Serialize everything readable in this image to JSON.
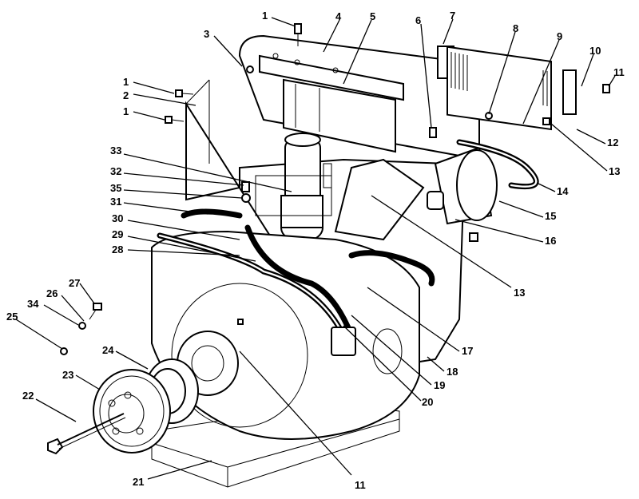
{
  "diagram": {
    "callouts": [
      {
        "id": "c1a",
        "text": "1"
      },
      {
        "id": "c1b",
        "text": "1"
      },
      {
        "id": "c1c",
        "text": "1"
      },
      {
        "id": "c2",
        "text": "2"
      },
      {
        "id": "c3",
        "text": "3"
      },
      {
        "id": "c4",
        "text": "4"
      },
      {
        "id": "c5",
        "text": "5"
      },
      {
        "id": "c6",
        "text": "6"
      },
      {
        "id": "c7",
        "text": "7"
      },
      {
        "id": "c8",
        "text": "8"
      },
      {
        "id": "c9",
        "text": "9"
      },
      {
        "id": "c10",
        "text": "10"
      },
      {
        "id": "c11a",
        "text": "11"
      },
      {
        "id": "c11b",
        "text": "11"
      },
      {
        "id": "c12",
        "text": "12"
      },
      {
        "id": "c13a",
        "text": "13"
      },
      {
        "id": "c13b",
        "text": "13"
      },
      {
        "id": "c14",
        "text": "14"
      },
      {
        "id": "c15",
        "text": "15"
      },
      {
        "id": "c16",
        "text": "16"
      },
      {
        "id": "c17",
        "text": "17"
      },
      {
        "id": "c18",
        "text": "18"
      },
      {
        "id": "c19",
        "text": "19"
      },
      {
        "id": "c20",
        "text": "20"
      },
      {
        "id": "c21",
        "text": "21"
      },
      {
        "id": "c22",
        "text": "22"
      },
      {
        "id": "c23",
        "text": "23"
      },
      {
        "id": "c24",
        "text": "24"
      },
      {
        "id": "c25",
        "text": "25"
      },
      {
        "id": "c26",
        "text": "26"
      },
      {
        "id": "c27",
        "text": "27"
      },
      {
        "id": "c28",
        "text": "28"
      },
      {
        "id": "c29",
        "text": "29"
      },
      {
        "id": "c30",
        "text": "30"
      },
      {
        "id": "c31",
        "text": "31"
      },
      {
        "id": "c32",
        "text": "32"
      },
      {
        "id": "c33",
        "text": "33"
      },
      {
        "id": "c34",
        "text": "34"
      },
      {
        "id": "c35",
        "text": "35"
      }
    ]
  }
}
